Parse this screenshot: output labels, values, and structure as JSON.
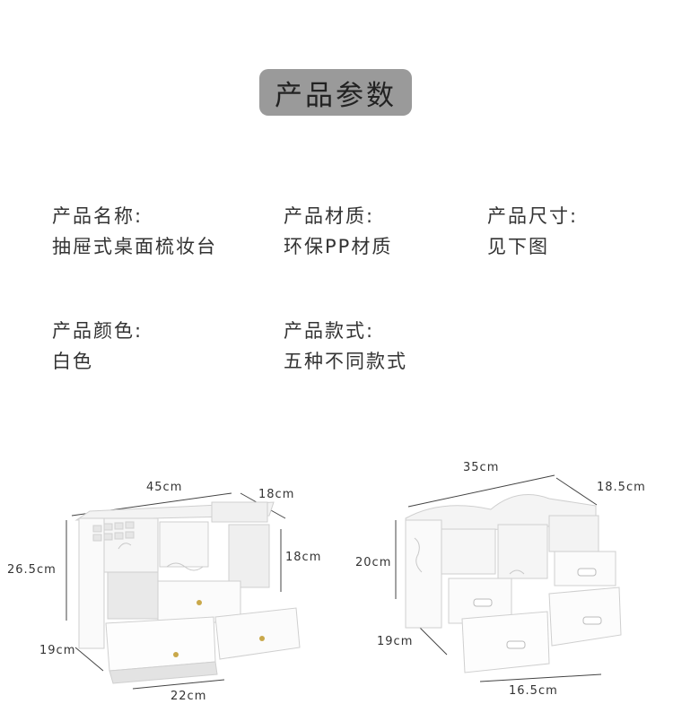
{
  "header": {
    "title": "产品参数"
  },
  "specs": [
    {
      "label": "产品名称:",
      "value": "抽屉式桌面梳妆台"
    },
    {
      "label": "产品材质:",
      "value": "环保PP材质"
    },
    {
      "label": "产品尺寸:",
      "value": "见下图"
    },
    {
      "label": "产品颜色:",
      "value": "白色"
    },
    {
      "label": "产品款式:",
      "value": "五种不同款式"
    }
  ],
  "left_product": {
    "width": "45cm",
    "depth_top": "18cm",
    "height": "26.5cm",
    "side_height": "18cm",
    "depth_bottom": "19cm",
    "drawer_width": "22cm"
  },
  "right_product": {
    "width": "35cm",
    "depth_top": "18.5cm",
    "height": "20cm",
    "depth_bottom": "19cm",
    "drawer_width": "16.5cm"
  },
  "colors": {
    "pill": "#9a9a9a",
    "text": "#333333",
    "line": "#555555"
  }
}
